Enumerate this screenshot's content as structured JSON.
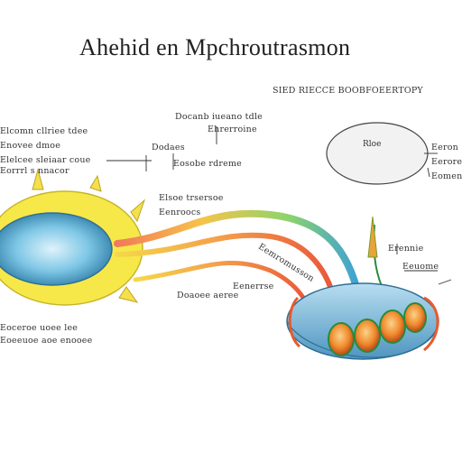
{
  "title": "Ahehid en Mpchroutrasmon",
  "labels": {
    "top_right": "SIED RIECCE BOOBFOEERTOPY",
    "top_center_1": "Docanb iueano tdle",
    "top_center_2": "Ehrerroine",
    "left_1": "Elcomn cllriee tdee",
    "left_2": "Enovee dmoe",
    "left_3": "Elelcee sleiaar coue",
    "left_4": "Eorrrl s nnacor",
    "mid_1": "Dodaes",
    "mid_2": "Eosobe rdreme",
    "center_1": "Elsoe trsersoe",
    "center_2": "Eenroocs",
    "oval_label": "Rloe",
    "right_1": "Eeron",
    "right_2": "Eerore",
    "right_3": "Eomen",
    "curve_label": "Eemromusson",
    "vertical_label": "Erennie",
    "right_mid": "Eeuome",
    "right_mid_2": "Eenerrse",
    "bottom_center": "Doaoee aeree",
    "bottom_left_1": "Eoceroe uoee lee",
    "bottom_left_2": "Eoeeuoe aoe enooee"
  },
  "colors": {
    "cell_outer": "#f7e84a",
    "cell_nucleus": "#7fc7e6",
    "cell_nucleus_dark": "#2f7ea8",
    "mito_body": "#8fc3dc",
    "mito_rim": "#e65a2e",
    "mito_beads": "#f08a2c",
    "oval_fill": "#f2f2f2"
  },
  "icons": [
    "cell-body",
    "nucleus",
    "axon-curves",
    "mitochondrion",
    "oval-vesicle",
    "spike-marker"
  ]
}
